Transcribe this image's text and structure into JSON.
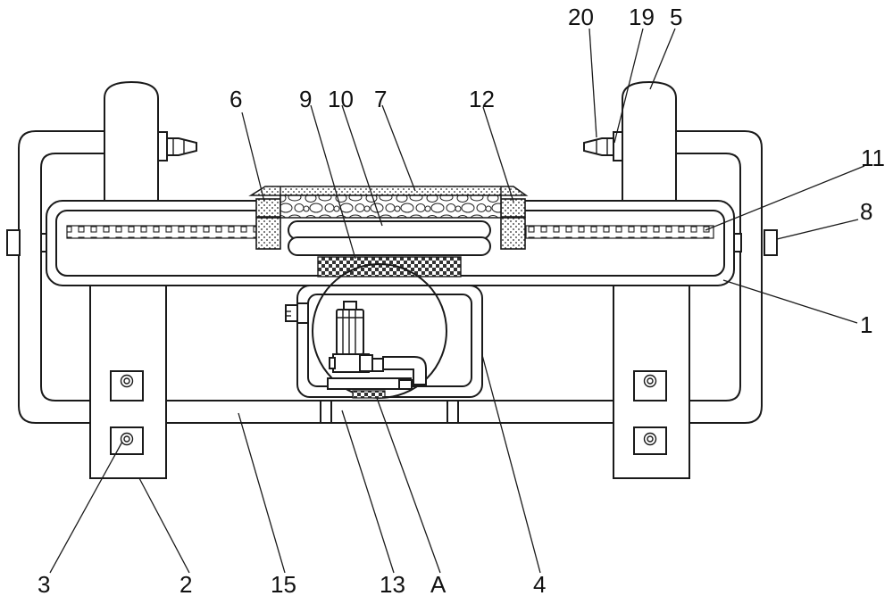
{
  "figure": {
    "labels": {
      "n1": "1",
      "n2": "2",
      "n3": "3",
      "n4": "4",
      "n5": "5",
      "n6": "6",
      "n7": "7",
      "n8": "8",
      "n9": "9",
      "n10": "10",
      "n11": "11",
      "n12": "12",
      "n13": "13",
      "n15": "15",
      "n19": "19",
      "n20": "20",
      "nA": "A"
    }
  }
}
